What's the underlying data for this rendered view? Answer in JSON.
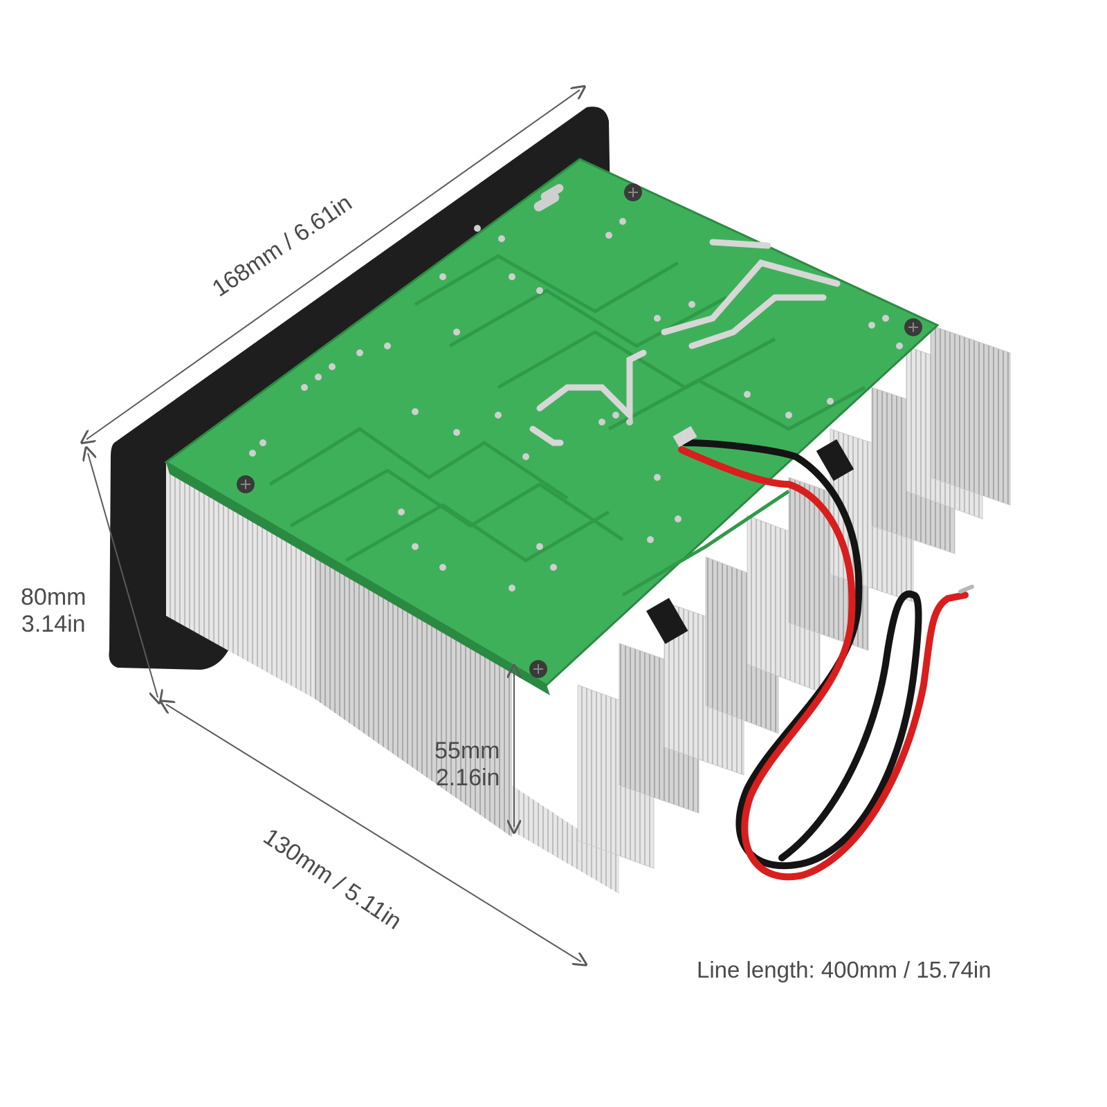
{
  "dimensions": {
    "length": "168mm / 6.61in",
    "width": "130mm / 5.11in",
    "height_mm": "80mm",
    "height_in": "3.14in",
    "fin_height_mm": "55mm",
    "fin_height_in": "2.16in"
  },
  "line_length": "Line length: 400mm /  15.74in",
  "colors": {
    "pcb": "#3fb05a",
    "pcb_trace": "#2f9a48",
    "heatsink": "#dcdcdc",
    "panel": "#1e1e1e",
    "wire_red": "#d91e1e",
    "wire_black": "#141414",
    "dimension_line": "#5a5a5a"
  },
  "icons": [
    "screw-icon"
  ]
}
